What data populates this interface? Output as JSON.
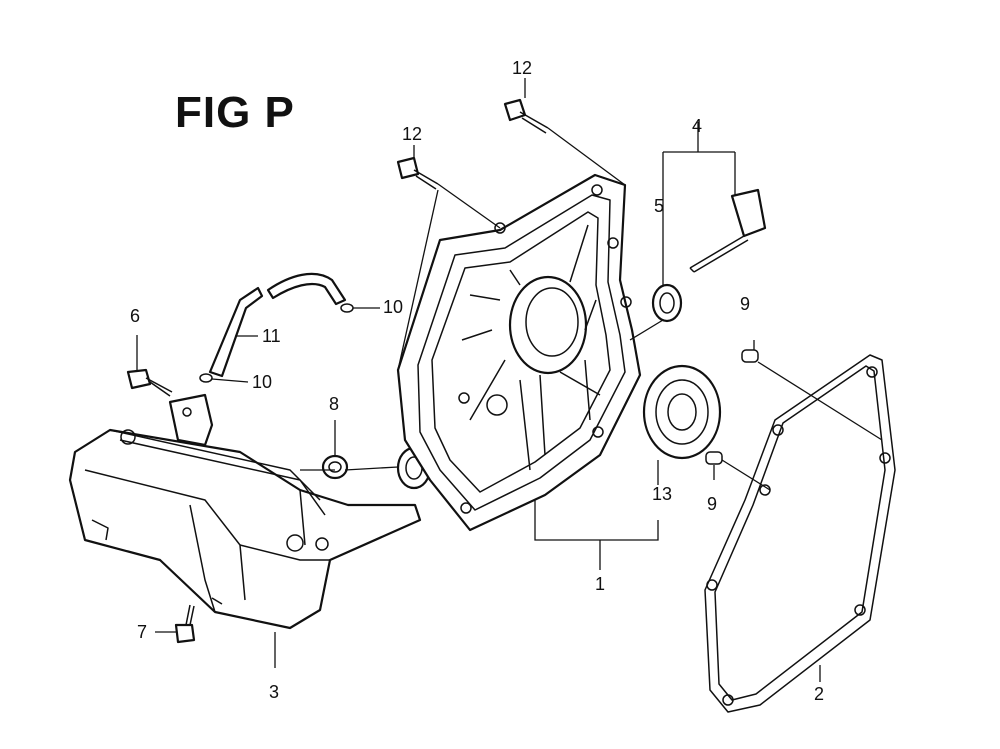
{
  "title": "FIG P",
  "callouts": {
    "c1": "1",
    "c2": "2",
    "c3": "3",
    "c4": "4",
    "c5": "5",
    "c6": "6",
    "c7": "7",
    "c8": "8",
    "c9a": "9",
    "c9b": "9",
    "c10a": "10",
    "c10b": "10",
    "c11": "11",
    "c12a": "12",
    "c12b": "12",
    "c13": "13"
  }
}
